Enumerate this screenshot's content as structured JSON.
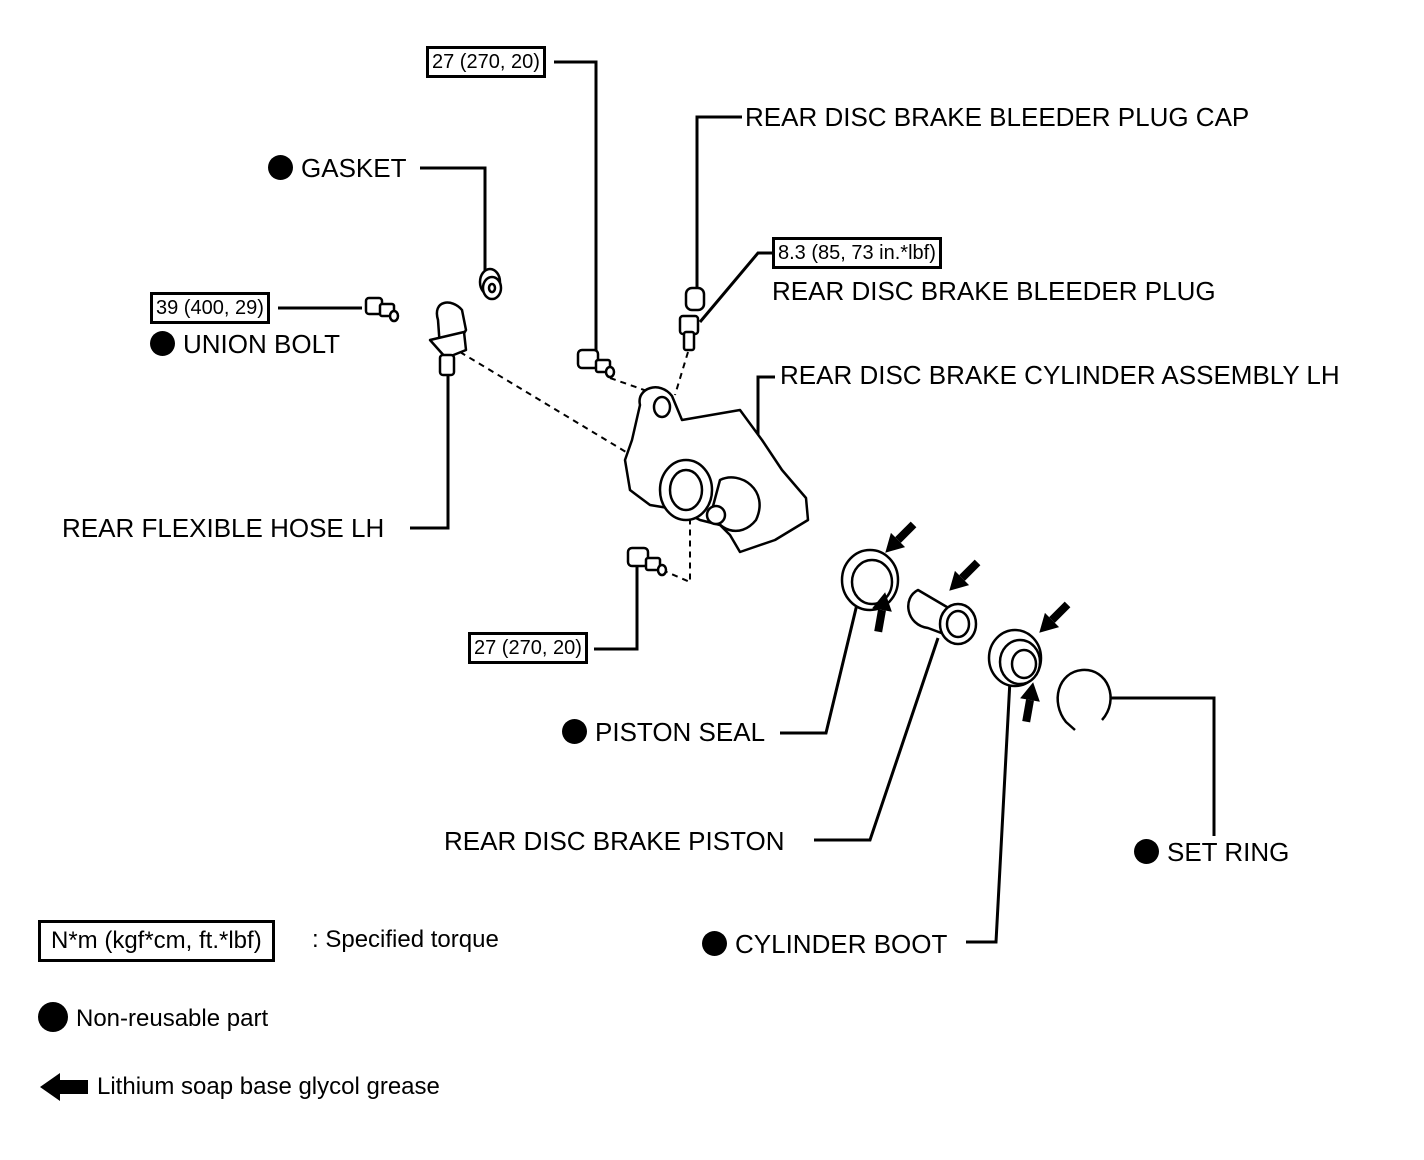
{
  "torque_specs": {
    "mounting_bolt_upper": "27 (270, 20)",
    "mounting_bolt_lower": "27 (270, 20)",
    "union_bolt": "39 (400, 29)",
    "bleeder_plug": "8.3 (85, 73 in.*lbf)"
  },
  "parts": {
    "gasket": "GASKET",
    "union_bolt": "UNION BOLT",
    "flexible_hose": "REAR FLEXIBLE HOSE LH",
    "bleeder_plug_cap": "REAR DISC BRAKE BLEEDER PLUG CAP",
    "bleeder_plug": "REAR DISC BRAKE BLEEDER PLUG",
    "cylinder_assembly": "REAR DISC BRAKE CYLINDER ASSEMBLY LH",
    "piston_seal": "PISTON SEAL",
    "piston": "REAR DISC BRAKE PISTON",
    "cylinder_boot": "CYLINDER BOOT",
    "set_ring": "SET RING"
  },
  "legend": {
    "torque_unit": "N*m (kgf*cm, ft.*lbf)",
    "torque_desc": ": Specified torque",
    "non_reusable": "Non-reusable part",
    "grease": "Lithium soap base glycol grease"
  },
  "colors": {
    "ink": "#000000",
    "paper": "#ffffff"
  }
}
